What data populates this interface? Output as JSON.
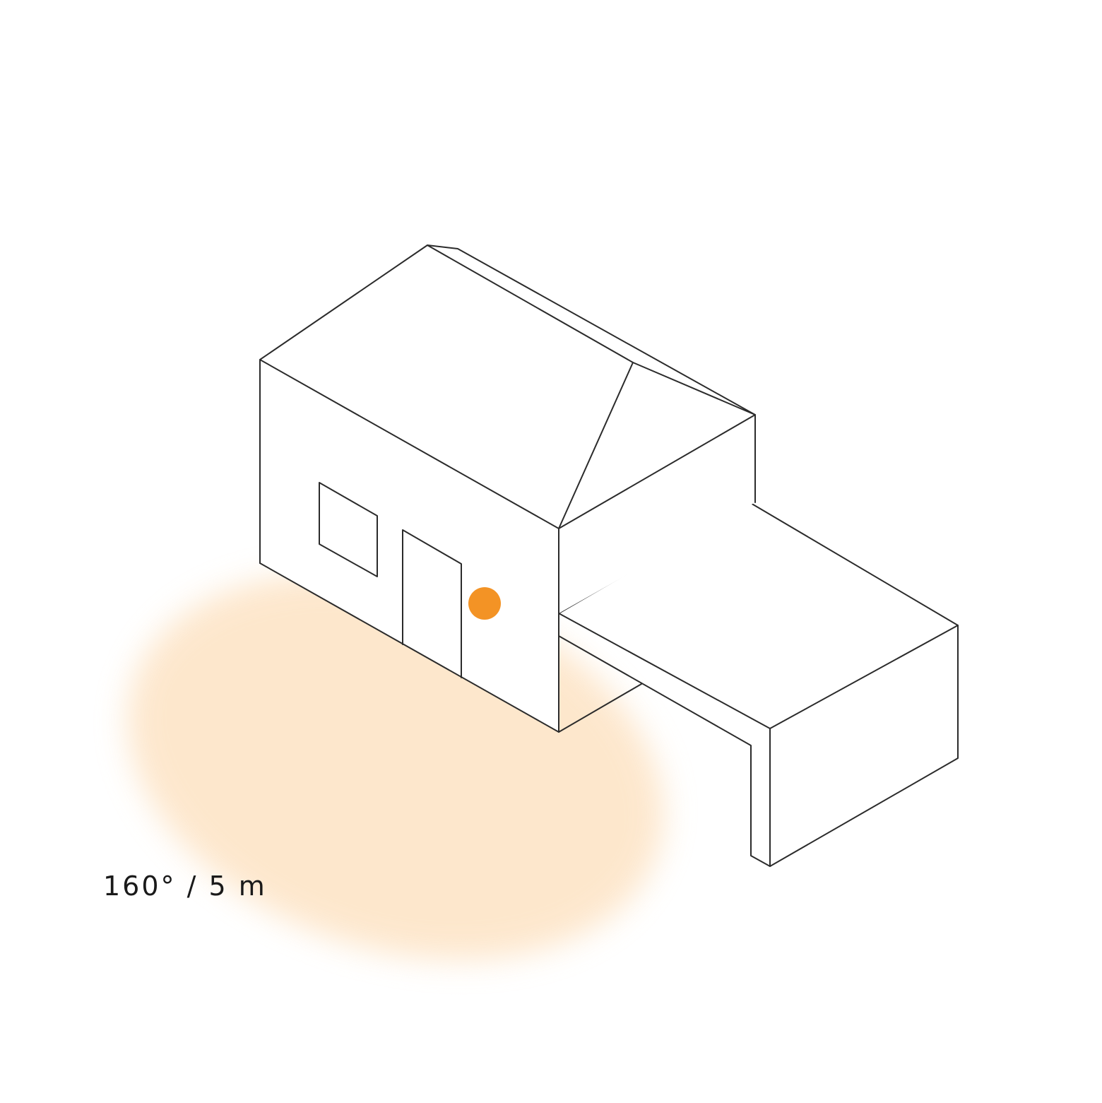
{
  "coverage": {
    "label": "160° / 5 m",
    "angle_deg": 160,
    "range_m": 5
  },
  "colors": {
    "background": "#ffffff",
    "line": "#2b2b2b",
    "sensor": "#f39325",
    "light_cone": "#fde3c4"
  },
  "icons": {
    "sensor": "motion-sensor-light-dot",
    "building": "house-with-carport-outline"
  }
}
